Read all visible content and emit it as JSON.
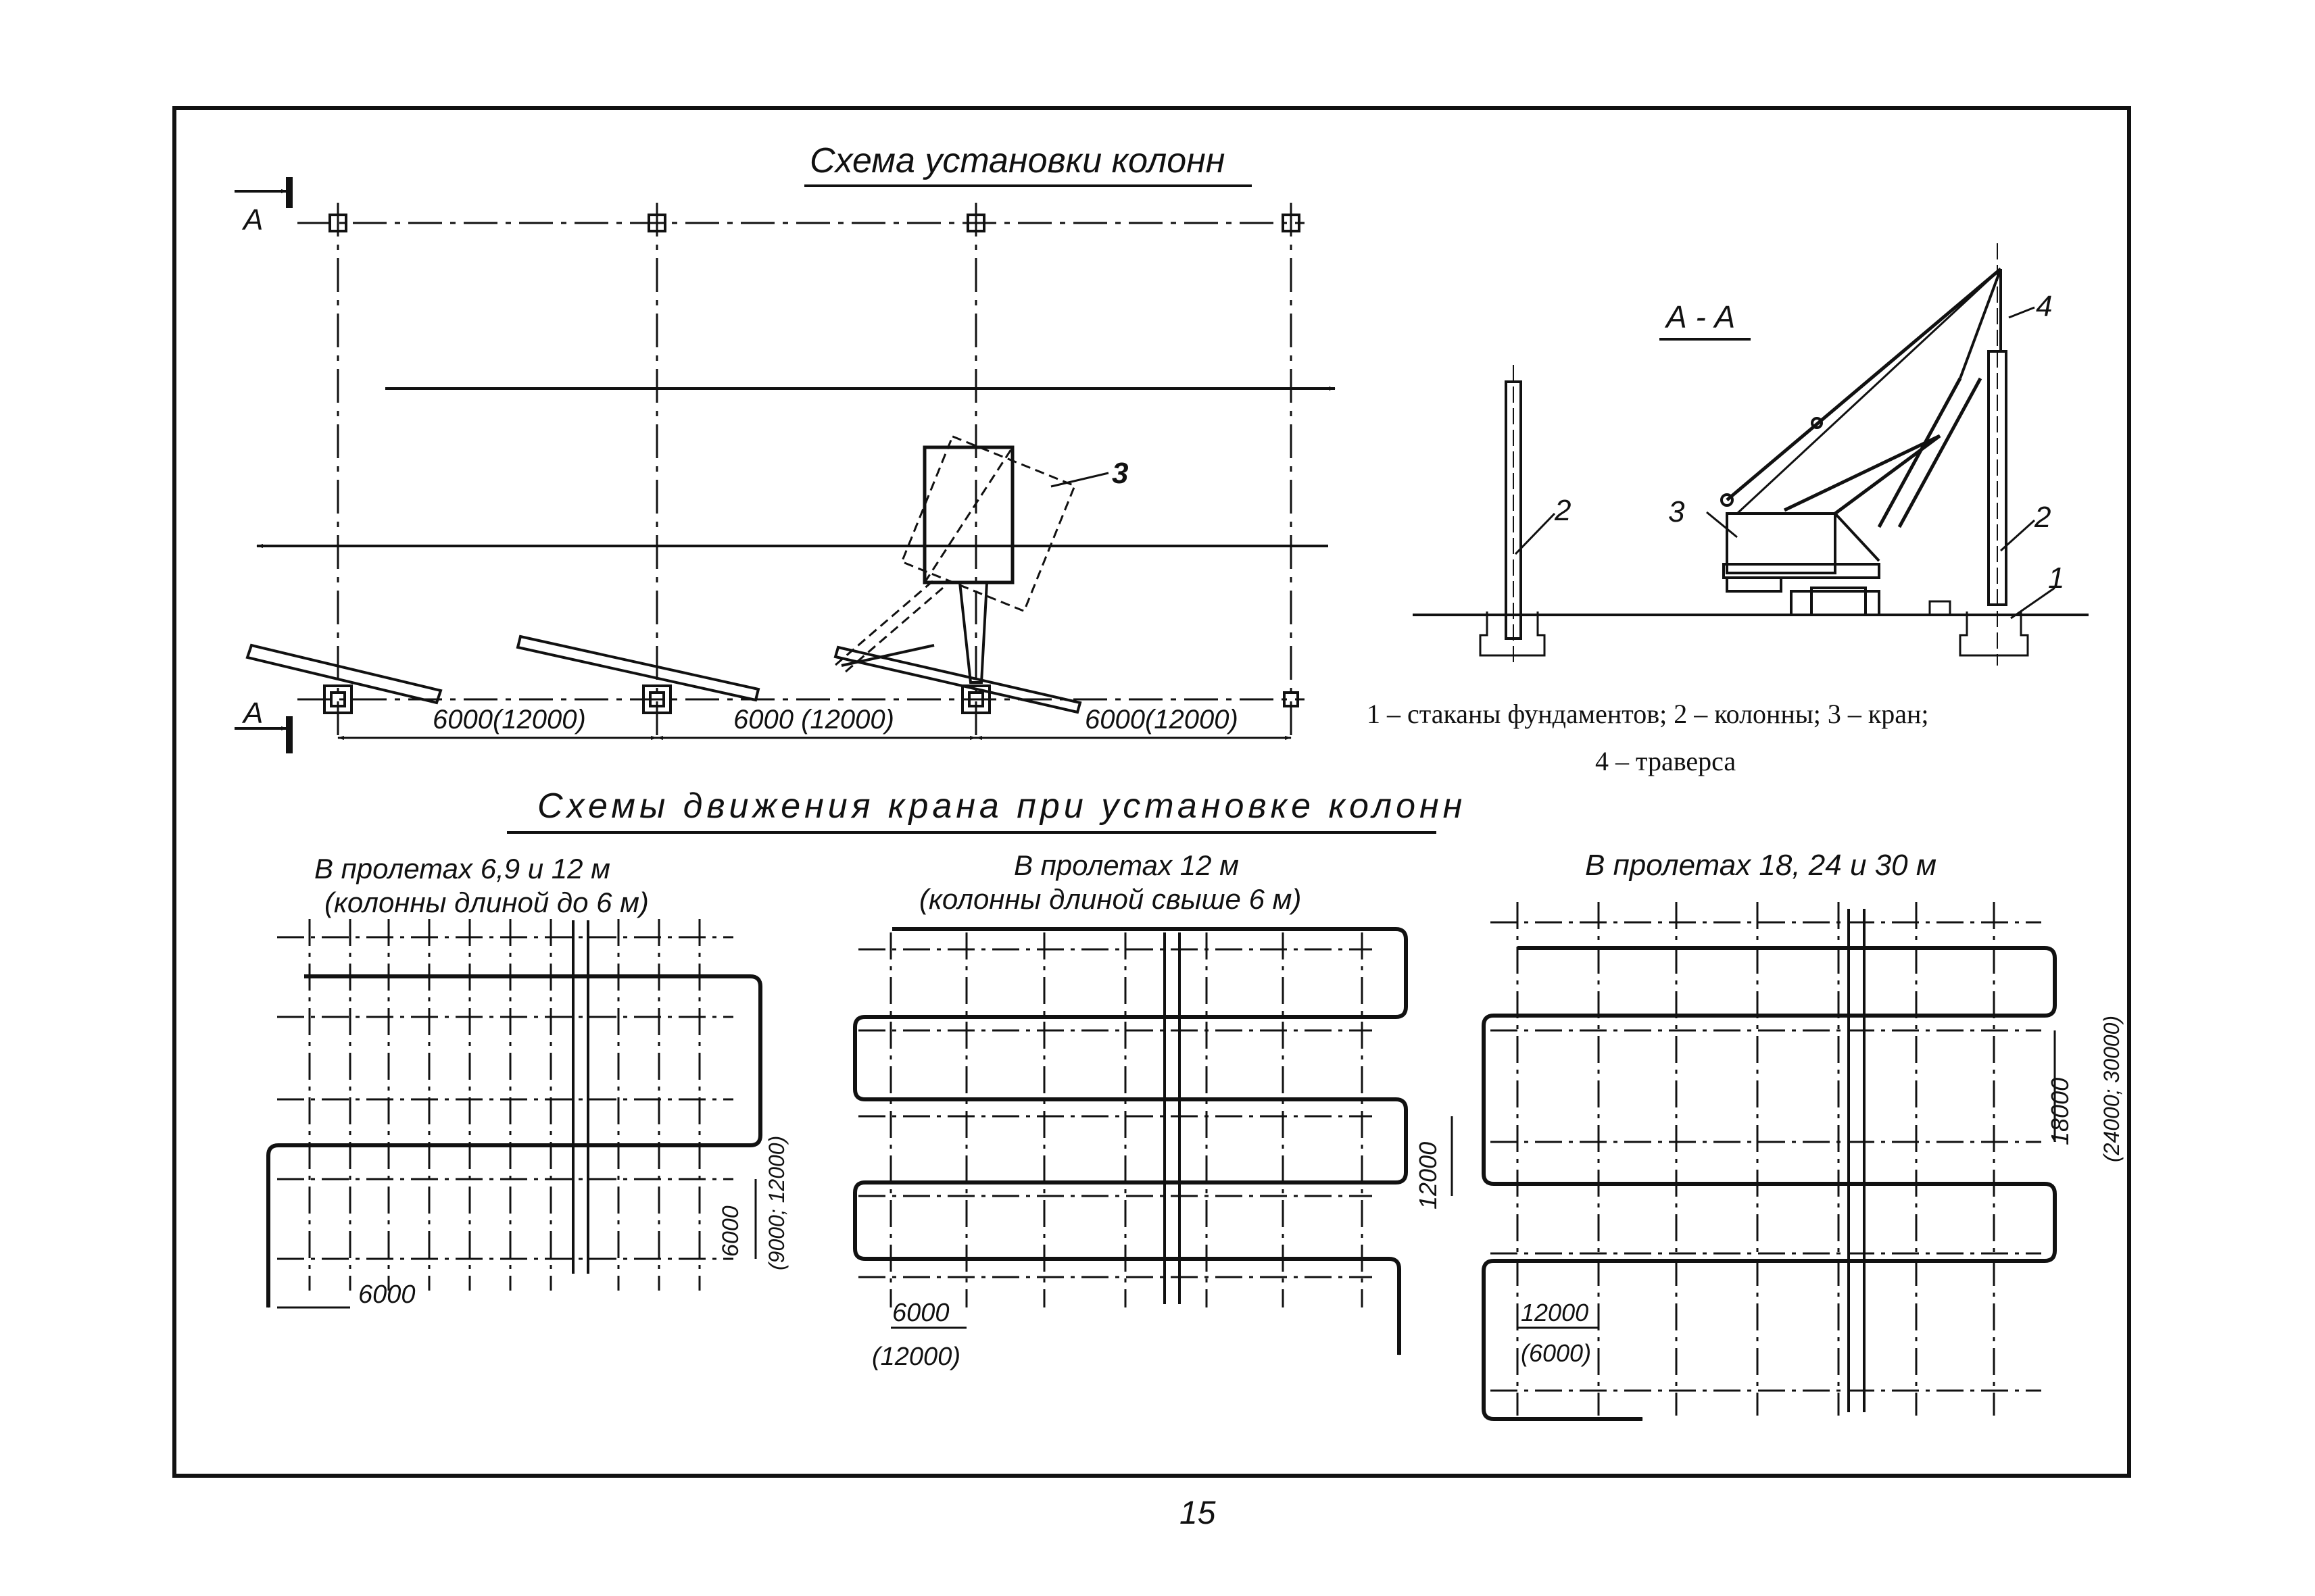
{
  "titles": {
    "main": "Схема установки колонн",
    "section": "А - А",
    "motion": "Схемы движения крана при установке колонн"
  },
  "markers": {
    "section_mark": "А"
  },
  "dimensions": {
    "span": "6000(12000)",
    "span2": "6000 (12000)",
    "span3": "6000(12000)"
  },
  "callouts": {
    "one": "1",
    "two": "2",
    "three": "3",
    "four": "4"
  },
  "legend": {
    "line1": "1 – стаканы фундаментов; 2 – колонны; 3 – кран;",
    "line2": "4 – траверса"
  },
  "schemes": [
    {
      "title": "В пролетах 6,9 и 12 м",
      "subtitle": "(колонны длиной до 6 м)",
      "dim_h": "6000",
      "dim_v": "6000",
      "dim_v_alt": "(9000; 12000)"
    },
    {
      "title": "В пролетах 12 м",
      "subtitle": "(колонны длиной свыше 6 м)",
      "dim_h": "6000",
      "dim_h_alt": "(12000)",
      "dim_v": "12000"
    },
    {
      "title": "В пролетах 18, 24 и 30 м",
      "dim_h": "12000",
      "dim_h_alt": "(6000)",
      "dim_v": "18000",
      "dim_v_alt": "(24000; 30000)"
    }
  ],
  "page_number": "15"
}
